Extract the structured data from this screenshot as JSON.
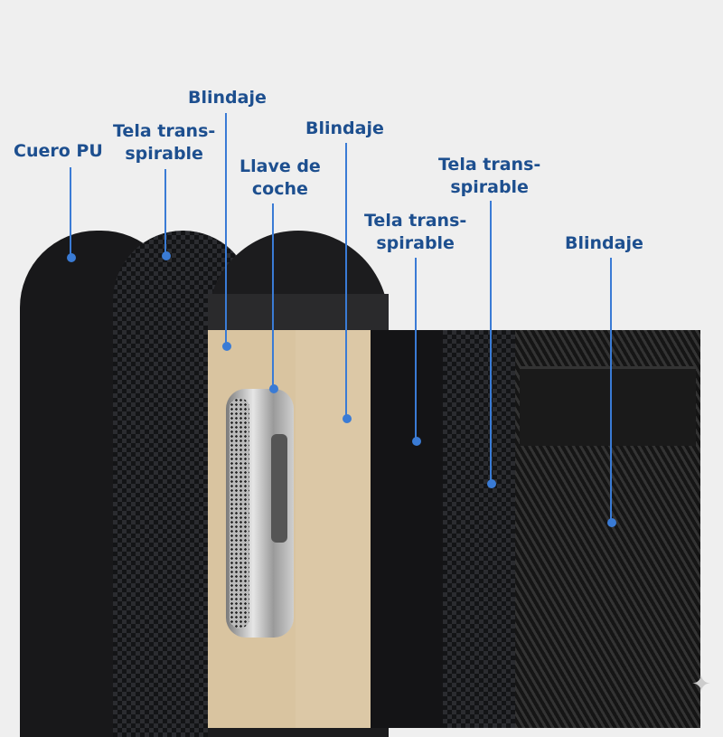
{
  "labels": {
    "cuero_pu": "Cuero PU",
    "tela_1": "Tela trans-\nspirable",
    "blindaje_1": "Blindaje",
    "llave": "Llave de\ncoche",
    "blindaje_2": "Blindaje",
    "tela_2": "Tela trans-\nspirable",
    "tela_3": "Tela trans-\nspirable",
    "blindaje_3": "Blindaje"
  },
  "colors": {
    "label": "#1d4f8f",
    "line": "#3a7bd5",
    "beige": "#d9c4a0"
  }
}
